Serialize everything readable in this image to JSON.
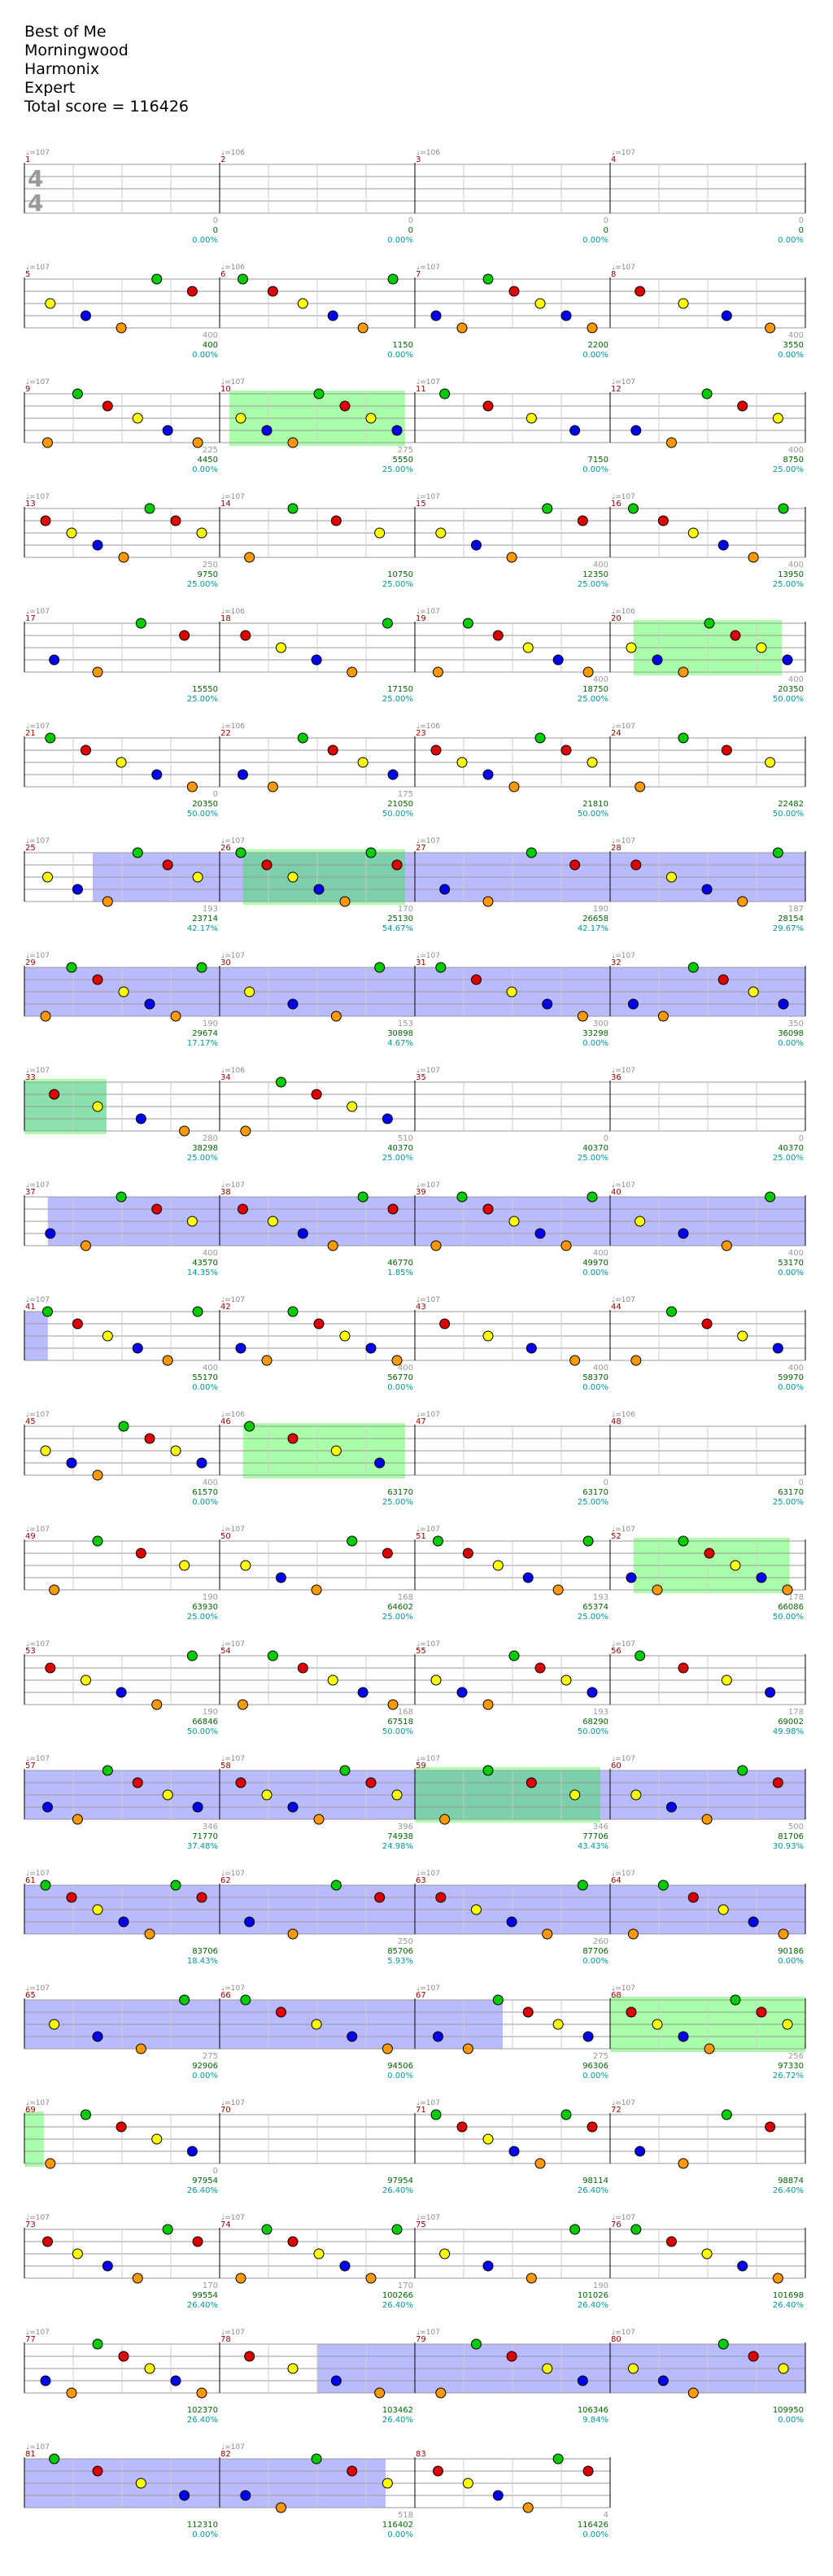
{
  "header": {
    "song": "Best of Me",
    "artist": "Morningwood",
    "charter": "Harmonix",
    "difficulty": "Expert",
    "total_score_text": "Total score = 116426"
  },
  "colors": {
    "green": "#00cc00",
    "red": "#dd0000",
    "yellow": "#ffff00",
    "blue": "#0000ee",
    "orange": "#ff9900",
    "tempo": "#888888",
    "measure": "#990000",
    "score": "#006600",
    "percent": "#009999",
    "overdrive": "#6666ff",
    "solo": "#66ff66"
  },
  "time_signature": [
    "4",
    "4"
  ],
  "chart_data": {
    "type": "table",
    "measures_per_row": 4,
    "rows": [
      {
        "measures": [
          {
            "n": 1,
            "bpm": "107"
          },
          {
            "n": 2,
            "bpm": "106"
          },
          {
            "n": 3,
            "bpm": "106"
          },
          {
            "n": 4,
            "bpm": "107"
          }
        ],
        "scores": [
          [
            "0",
            "0",
            "0.00%"
          ],
          [
            "0",
            "0",
            "0.00%"
          ],
          [
            "0",
            "0",
            "0.00%"
          ],
          [
            "0",
            "0",
            "0.00%"
          ]
        ]
      },
      {
        "measures": [
          {
            "n": 5,
            "bpm": "107"
          },
          {
            "n": 6,
            "bpm": "106"
          },
          {
            "n": 7,
            "bpm": "107"
          },
          {
            "n": 8,
            "bpm": "107"
          }
        ],
        "scores": [
          [
            "400",
            "400",
            "0.00%"
          ],
          [
            "",
            "1150",
            "0.00%"
          ],
          [
            "",
            "2200",
            "0.00%"
          ],
          [
            "400",
            "3550",
            "0.00%"
          ]
        ]
      },
      {
        "measures": [
          {
            "n": 9,
            "bpm": "107"
          },
          {
            "n": 10,
            "bpm": "107"
          },
          {
            "n": 11,
            "bpm": "107"
          },
          {
            "n": 12,
            "bpm": "107"
          }
        ],
        "scores": [
          [
            "225",
            "4450",
            "0.00%"
          ],
          [
            "275",
            "5550",
            "25.00%"
          ],
          [
            "",
            "7150",
            "0.00%"
          ],
          [
            "400",
            "8750",
            "25.00%"
          ]
        ]
      },
      {
        "measures": [
          {
            "n": 13,
            "bpm": "107"
          },
          {
            "n": 14,
            "bpm": "107"
          },
          {
            "n": 15,
            "bpm": "107"
          },
          {
            "n": 16,
            "bpm": "107"
          }
        ],
        "scores": [
          [
            "250",
            "9750",
            "25.00%"
          ],
          [
            "",
            "10750",
            "25.00%"
          ],
          [
            "400",
            "12350",
            "25.00%"
          ],
          [
            "400",
            "13950",
            "25.00%"
          ]
        ]
      },
      {
        "measures": [
          {
            "n": 17,
            "bpm": "107"
          },
          {
            "n": 18,
            "bpm": "106"
          },
          {
            "n": 19,
            "bpm": "107"
          },
          {
            "n": 20,
            "bpm": "106"
          }
        ],
        "scores": [
          [
            "",
            "15550",
            "25.00%"
          ],
          [
            "",
            "17150",
            "25.00%"
          ],
          [
            "400",
            "18750",
            "25.00%"
          ],
          [
            "400",
            "20350",
            "50.00%"
          ]
        ]
      },
      {
        "measures": [
          {
            "n": 21,
            "bpm": "107"
          },
          {
            "n": 22,
            "bpm": "106"
          },
          {
            "n": 23,
            "bpm": "106"
          },
          {
            "n": 24,
            "bpm": "107"
          }
        ],
        "scores": [
          [
            "0",
            "20350",
            "50.00%"
          ],
          [
            "175",
            "21050",
            "50.00%"
          ],
          [
            "",
            "21810",
            "50.00%"
          ],
          [
            "",
            "22482",
            "50.00%"
          ]
        ]
      },
      {
        "measures": [
          {
            "n": 25,
            "bpm": "107"
          },
          {
            "n": 26,
            "bpm": "107"
          },
          {
            "n": 27,
            "bpm": "107"
          },
          {
            "n": 28,
            "bpm": "107"
          }
        ],
        "scores": [
          [
            "193",
            "23714",
            "42.17%"
          ],
          [
            "170",
            "25130",
            "54.67%"
          ],
          [
            "190",
            "26658",
            "42.17%"
          ],
          [
            "187",
            "28154",
            "29.67%"
          ]
        ]
      },
      {
        "measures": [
          {
            "n": 29,
            "bpm": "107"
          },
          {
            "n": 30,
            "bpm": "107"
          },
          {
            "n": 31,
            "bpm": "107"
          },
          {
            "n": 32,
            "bpm": "107"
          }
        ],
        "scores": [
          [
            "190",
            "29674",
            "17.17%"
          ],
          [
            "153",
            "30898",
            "4.67%"
          ],
          [
            "300",
            "33298",
            "0.00%"
          ],
          [
            "350",
            "36098",
            "0.00%"
          ]
        ]
      },
      {
        "measures": [
          {
            "n": 33,
            "bpm": "107"
          },
          {
            "n": 34,
            "bpm": "106"
          },
          {
            "n": 35,
            "bpm": "107"
          },
          {
            "n": 36,
            "bpm": "107"
          }
        ],
        "scores": [
          [
            "280",
            "38298",
            "25.00%"
          ],
          [
            "510",
            "40370",
            "25.00%"
          ],
          [
            "0",
            "40370",
            "25.00%"
          ],
          [
            "0",
            "40370",
            "25.00%"
          ]
        ]
      },
      {
        "measures": [
          {
            "n": 37,
            "bpm": "107"
          },
          {
            "n": 38,
            "bpm": "107"
          },
          {
            "n": 39,
            "bpm": "107"
          },
          {
            "n": 40,
            "bpm": "107"
          }
        ],
        "scores": [
          [
            "400",
            "43570",
            "14.35%"
          ],
          [
            "",
            "46770",
            "1.85%"
          ],
          [
            "400",
            "49970",
            "0.00%"
          ],
          [
            "400",
            "53170",
            "0.00%"
          ]
        ]
      },
      {
        "measures": [
          {
            "n": 41,
            "bpm": "107"
          },
          {
            "n": 42,
            "bpm": "107"
          },
          {
            "n": 43,
            "bpm": "107"
          },
          {
            "n": 44,
            "bpm": "107"
          }
        ],
        "scores": [
          [
            "400",
            "55170",
            "0.00%"
          ],
          [
            "400",
            "56770",
            "0.00%"
          ],
          [
            "400",
            "58370",
            "0.00%"
          ],
          [
            "400",
            "59970",
            "0.00%"
          ]
        ]
      },
      {
        "measures": [
          {
            "n": 45,
            "bpm": "107"
          },
          {
            "n": 46,
            "bpm": "106"
          },
          {
            "n": 47,
            "bpm": "107"
          },
          {
            "n": 48,
            "bpm": "106"
          }
        ],
        "scores": [
          [
            "400",
            "61570",
            "0.00%"
          ],
          [
            "",
            "63170",
            "25.00%"
          ],
          [
            "0",
            "63170",
            "25.00%"
          ],
          [
            "0",
            "63170",
            "25.00%"
          ]
        ]
      },
      {
        "measures": [
          {
            "n": 49,
            "bpm": "107"
          },
          {
            "n": 50,
            "bpm": "107"
          },
          {
            "n": 51,
            "bpm": "107"
          },
          {
            "n": 52,
            "bpm": "107"
          }
        ],
        "scores": [
          [
            "190",
            "63930",
            "25.00%"
          ],
          [
            "168",
            "64602",
            "25.00%"
          ],
          [
            "193",
            "65374",
            "25.00%"
          ],
          [
            "178",
            "66086",
            "50.00%"
          ]
        ]
      },
      {
        "measures": [
          {
            "n": 53,
            "bpm": "107"
          },
          {
            "n": 54,
            "bpm": "107"
          },
          {
            "n": 55,
            "bpm": "107"
          },
          {
            "n": 56,
            "bpm": "107"
          }
        ],
        "scores": [
          [
            "190",
            "66846",
            "50.00%"
          ],
          [
            "168",
            "67518",
            "50.00%"
          ],
          [
            "193",
            "68290",
            "50.00%"
          ],
          [
            "178",
            "69002",
            "49.98%"
          ]
        ]
      },
      {
        "measures": [
          {
            "n": 57,
            "bpm": "107"
          },
          {
            "n": 58,
            "bpm": "107"
          },
          {
            "n": 59,
            "bpm": "107"
          },
          {
            "n": 60,
            "bpm": "107"
          }
        ],
        "scores": [
          [
            "346",
            "71770",
            "37.48%"
          ],
          [
            "396",
            "74938",
            "24.98%"
          ],
          [
            "346",
            "77706",
            "43.43%"
          ],
          [
            "500",
            "81706",
            "30.93%"
          ]
        ]
      },
      {
        "measures": [
          {
            "n": 61,
            "bpm": "107"
          },
          {
            "n": 62,
            "bpm": "107"
          },
          {
            "n": 63,
            "bpm": "107"
          },
          {
            "n": 64,
            "bpm": "107"
          }
        ],
        "scores": [
          [
            "",
            "83706",
            "18.43%"
          ],
          [
            "250",
            "85706",
            "5.93%"
          ],
          [
            "260",
            "87706",
            "0.00%"
          ],
          [
            "",
            "90186",
            "0.00%"
          ]
        ]
      },
      {
        "measures": [
          {
            "n": 65,
            "bpm": "107"
          },
          {
            "n": 66,
            "bpm": "107"
          },
          {
            "n": 67,
            "bpm": "107"
          },
          {
            "n": 68,
            "bpm": "107"
          }
        ],
        "scores": [
          [
            "275",
            "92906",
            "0.00%"
          ],
          [
            "",
            "94506",
            "0.00%"
          ],
          [
            "275",
            "96306",
            "0.00%"
          ],
          [
            "256",
            "97330",
            "26.72%"
          ]
        ]
      },
      {
        "measures": [
          {
            "n": 69,
            "bpm": "107"
          },
          {
            "n": 70,
            "bpm": "107"
          },
          {
            "n": 71,
            "bpm": "107"
          },
          {
            "n": 72,
            "bpm": "107"
          }
        ],
        "scores": [
          [
            "0",
            "97954",
            "26.40%"
          ],
          [
            "",
            "97954",
            "26.40%"
          ],
          [
            "",
            "98114",
            "26.40%"
          ],
          [
            "",
            "98874",
            "26.40%"
          ]
        ]
      },
      {
        "measures": [
          {
            "n": 73,
            "bpm": "107"
          },
          {
            "n": 74,
            "bpm": "107"
          },
          {
            "n": 75,
            "bpm": "107"
          },
          {
            "n": 76,
            "bpm": "107"
          }
        ],
        "scores": [
          [
            "170",
            "99554",
            "26.40%"
          ],
          [
            "170",
            "100266",
            "26.40%"
          ],
          [
            "190",
            "101026",
            "26.40%"
          ],
          [
            "",
            "101698",
            "26.40%"
          ]
        ]
      },
      {
        "measures": [
          {
            "n": 77,
            "bpm": "107"
          },
          {
            "n": 78,
            "bpm": "107"
          },
          {
            "n": 79,
            "bpm": "107"
          },
          {
            "n": 80,
            "bpm": "107"
          }
        ],
        "scores": [
          [
            "",
            "102370",
            "26.40%"
          ],
          [
            "",
            "103462",
            "26.40%"
          ],
          [
            "",
            "106346",
            "9.84%"
          ],
          [
            "",
            "109950",
            "0.00%"
          ]
        ]
      },
      {
        "measures": [
          {
            "n": 81,
            "bpm": "107"
          },
          {
            "n": 82,
            "bpm": "107"
          },
          {
            "n": 83,
            "bpm": ""
          }
        ],
        "scores": [
          [
            "",
            "112310",
            "0.00%"
          ],
          [
            "518",
            "116402",
            "0.00%"
          ],
          [
            "4",
            "116426",
            "0.00%"
          ]
        ]
      }
    ]
  }
}
